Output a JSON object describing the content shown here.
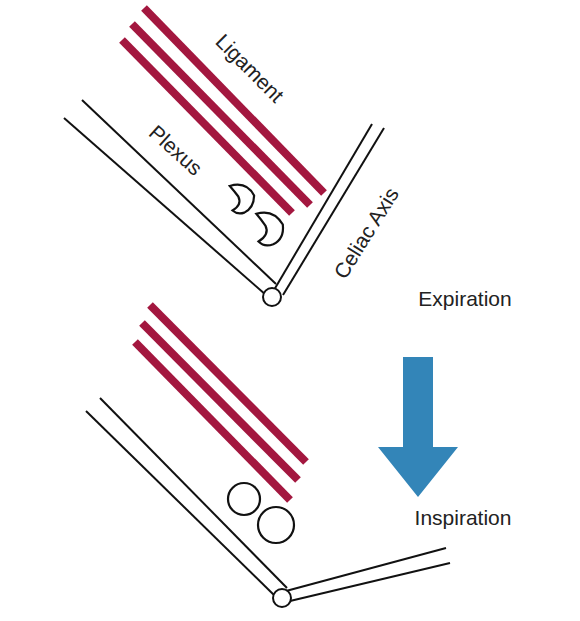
{
  "diagram": {
    "labels": [
      "Ligament",
      "Plexus",
      "Celiac Axis",
      "Expiration",
      "Inspiration"
    ]
  }
}
